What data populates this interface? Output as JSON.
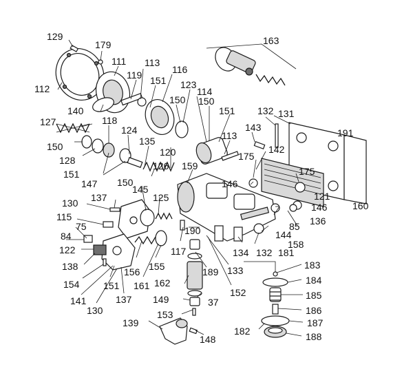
{
  "labels": [
    {
      "id": "129",
      "text": "129"
    },
    {
      "id": "179",
      "text": "179"
    },
    {
      "id": "111",
      "text": "111"
    },
    {
      "id": "113a",
      "text": "113"
    },
    {
      "id": "112",
      "text": "112"
    },
    {
      "id": "119",
      "text": "119"
    },
    {
      "id": "116",
      "text": "116"
    },
    {
      "id": "151a",
      "text": "151"
    },
    {
      "id": "123",
      "text": "123"
    },
    {
      "id": "114",
      "text": "114"
    },
    {
      "id": "150a",
      "text": "150"
    },
    {
      "id": "150b",
      "text": "150"
    },
    {
      "id": "151b",
      "text": "151"
    },
    {
      "id": "140",
      "text": "140"
    },
    {
      "id": "163",
      "text": "163"
    },
    {
      "id": "132a",
      "text": "132"
    },
    {
      "id": "131",
      "text": "131"
    },
    {
      "id": "191",
      "text": "191"
    },
    {
      "id": "127",
      "text": "127"
    },
    {
      "id": "118",
      "text": "118"
    },
    {
      "id": "124",
      "text": "124"
    },
    {
      "id": "143",
      "text": "143"
    },
    {
      "id": "113b",
      "text": "113"
    },
    {
      "id": "150c",
      "text": "150"
    },
    {
      "id": "135",
      "text": "135"
    },
    {
      "id": "128",
      "text": "128"
    },
    {
      "id": "120",
      "text": "120"
    },
    {
      "id": "142",
      "text": "142"
    },
    {
      "id": "175a",
      "text": "175"
    },
    {
      "id": "159",
      "text": "159"
    },
    {
      "id": "126",
      "text": "126"
    },
    {
      "id": "151c",
      "text": "151"
    },
    {
      "id": "147",
      "text": "147"
    },
    {
      "id": "175b",
      "text": "175"
    },
    {
      "id": "150d",
      "text": "150"
    },
    {
      "id": "146a",
      "text": "146"
    },
    {
      "id": "121",
      "text": "121"
    },
    {
      "id": "145",
      "text": "145"
    },
    {
      "id": "137a",
      "text": "137"
    },
    {
      "id": "125",
      "text": "125"
    },
    {
      "id": "160",
      "text": "160"
    },
    {
      "id": "146b",
      "text": "146"
    },
    {
      "id": "130a",
      "text": "130"
    },
    {
      "id": "136",
      "text": "136"
    },
    {
      "id": "115",
      "text": "115"
    },
    {
      "id": "85",
      "text": "85"
    },
    {
      "id": "75",
      "text": "75"
    },
    {
      "id": "190",
      "text": "190"
    },
    {
      "id": "144",
      "text": "144"
    },
    {
      "id": "84",
      "text": "84"
    },
    {
      "id": "158",
      "text": "158"
    },
    {
      "id": "122",
      "text": "122"
    },
    {
      "id": "117",
      "text": "117"
    },
    {
      "id": "134",
      "text": "134"
    },
    {
      "id": "132b",
      "text": "132"
    },
    {
      "id": "181",
      "text": "181"
    },
    {
      "id": "138",
      "text": "138"
    },
    {
      "id": "156",
      "text": "156"
    },
    {
      "id": "155",
      "text": "155"
    },
    {
      "id": "189",
      "text": "189"
    },
    {
      "id": "133",
      "text": "133"
    },
    {
      "id": "183",
      "text": "183"
    },
    {
      "id": "154",
      "text": "154"
    },
    {
      "id": "151d",
      "text": "151"
    },
    {
      "id": "161",
      "text": "161"
    },
    {
      "id": "162",
      "text": "162"
    },
    {
      "id": "184",
      "text": "184"
    },
    {
      "id": "141",
      "text": "141"
    },
    {
      "id": "137b",
      "text": "137"
    },
    {
      "id": "152",
      "text": "152"
    },
    {
      "id": "185",
      "text": "185"
    },
    {
      "id": "130b",
      "text": "130"
    },
    {
      "id": "149",
      "text": "149"
    },
    {
      "id": "37",
      "text": "37"
    },
    {
      "id": "186",
      "text": "186"
    },
    {
      "id": "153",
      "text": "153"
    },
    {
      "id": "187",
      "text": "187"
    },
    {
      "id": "139",
      "text": "139"
    },
    {
      "id": "182",
      "text": "182"
    },
    {
      "id": "188",
      "text": "188"
    },
    {
      "id": "148",
      "text": "148"
    }
  ]
}
